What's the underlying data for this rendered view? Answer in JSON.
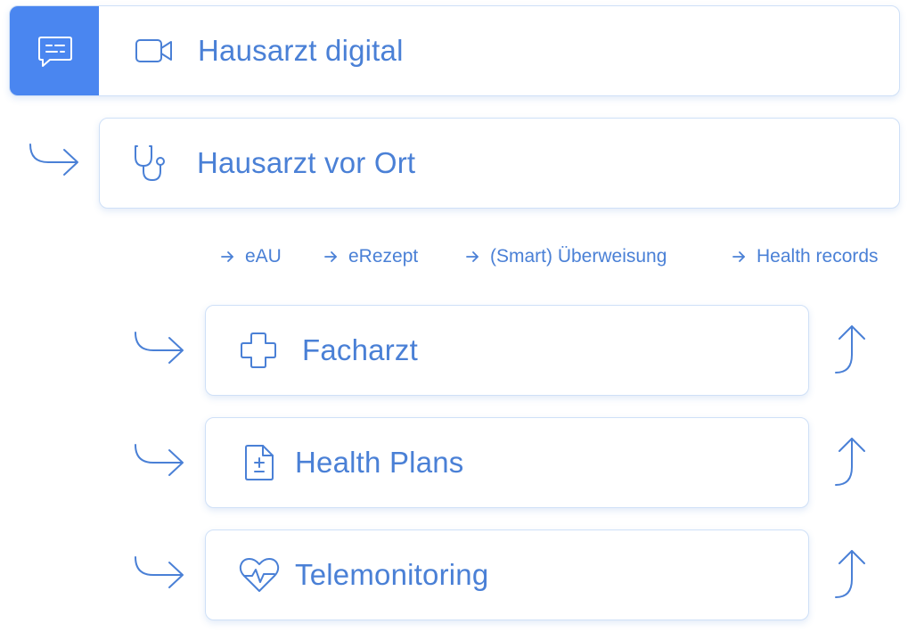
{
  "cards": {
    "hausarzt_digital": {
      "label": "Hausarzt digital",
      "icon": "video-camera-icon",
      "side_icon": "chat-message-icon"
    },
    "hausarzt_vor_ort": {
      "label": "Hausarzt vor Ort",
      "icon": "stethoscope-icon"
    },
    "facharzt": {
      "label": "Facharzt",
      "icon": "medical-cross-icon"
    },
    "health_plans": {
      "label": "Health Plans",
      "icon": "document-plus-minus-icon"
    },
    "telemonitoring": {
      "label": "Telemonitoring",
      "icon": "heart-pulse-icon"
    }
  },
  "sub_links": [
    {
      "label": "eAU"
    },
    {
      "label": "eRezept"
    },
    {
      "label": "(Smart) Überweisung"
    },
    {
      "label": "Health records"
    }
  ],
  "colors": {
    "accent": "#4a86f0",
    "text": "#4a80d6",
    "border": "#cfe0f7"
  }
}
